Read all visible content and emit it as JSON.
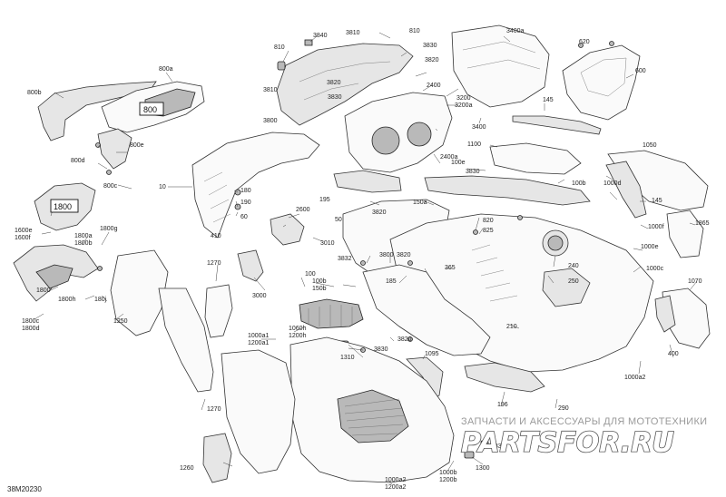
{
  "diagram_code": "38M20230",
  "watermark": {
    "tagline": "ЗАПЧАСТИ И АКСЕССУАРЫ ДЛЯ МОТОТЕХНИКИ",
    "logo": "PARTSFOR.RU"
  },
  "tags": {
    "t800": "800",
    "t1800": "1800"
  },
  "labels": {
    "l3840": "3840",
    "l3810a": "3810",
    "l810a": "810",
    "l810b": "810",
    "l3830a": "3830",
    "l3820a": "3820",
    "l3400a": "3400a",
    "l620": "620",
    "l600": "600",
    "l800a": "800a",
    "l800b": "800b",
    "l3810b": "3810",
    "l3820b": "3820",
    "l3830b": "3830",
    "l3800": "3800",
    "l2400": "2400",
    "l3200": "3200",
    "l3200a": "3200a",
    "l3400": "3400",
    "l145a": "145",
    "l800e": "800e",
    "l800d": "800d",
    "l800c": "800c",
    "l2400a": "2400a",
    "l1100": "1100",
    "l100e": "100e",
    "l1050": "1050",
    "l3830c": "3830",
    "l100b": "100b",
    "l1000d": "1000d",
    "l145b": "145",
    "l10": "10",
    "l180": "180",
    "l190": "190",
    "l60": "60",
    "l195": "195",
    "l3820c": "3820",
    "l150a": "150a",
    "l1000f": "1000f",
    "l1865": "1865",
    "l1600e": "1600e",
    "l1600f": "1600f",
    "l1800a": "1800a",
    "l1800b": "1800b",
    "l1800g": "1800g",
    "l410": "410",
    "l2600": "2600",
    "l50": "50",
    "l3010": "3010",
    "l820": "820",
    "l825": "825",
    "l1000e": "1000e",
    "l1000c": "1000c",
    "l1070": "1070",
    "l1270": "1270",
    "l3832": "3832",
    "l3800b": "3800",
    "l3820d": "3820",
    "l365": "365",
    "l240": "240",
    "l250": "250",
    "l1800": "1800",
    "l1800h": "1800h",
    "l180j": "180j",
    "l3000": "3000",
    "l100": "100",
    "l100b2": "100b",
    "l150b": "150b",
    "l185": "185",
    "l1250": "1250",
    "l1800c": "1800c",
    "l1800d": "1800d",
    "l210": "210",
    "l1000a1": "1000a1",
    "l1200a1": "1200a1",
    "l1060h": "1060h",
    "l1200h": "1200h",
    "l3820e": "3820",
    "l400": "400",
    "l3830d": "3830",
    "l1310": "1310",
    "l1095": "1095",
    "l1000a2": "1000a2",
    "l1270b": "1270",
    "l196": "196",
    "l290": "290",
    "l3830e": "3830",
    "l1300": "1300",
    "l1260": "1260",
    "l1000b": "1000b",
    "l1200b": "1200b",
    "l1000a22": "1000a2",
    "l1200a2": "1200a2"
  }
}
